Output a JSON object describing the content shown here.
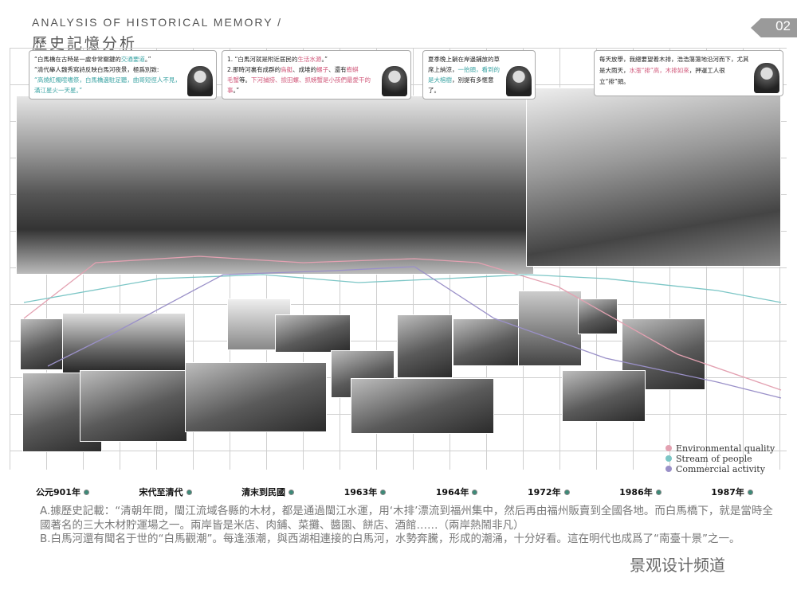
{
  "header": {
    "title_en": "ANALYSIS OF HISTORICAL MEMORY /",
    "title_zh": "歷史記憶分析",
    "page_number": "02"
  },
  "quotes": [
    {
      "lines": [
        [
          "“白馬橋在古時是一處非常關鍵的",
          ""
        ],
        [
          "交通要道",
          "teal"
        ],
        [
          "。”",
          ""
        ]
      ],
      "line2": "“清代舉人魏秀寫詩反映白馬河夜景，極爲別致:",
      "line3": "“高燒紅燭喧嗜祭，白馬橋邊駐足聽，曲哥短徑人不見，滿江星火一天星。”"
    },
    {
      "l1a": "1. “白馬河就是附近居民的",
      "l1b": "生活水源",
      "l1c": "。”",
      "l2a": "2.那時河裏有成群的",
      "l2b": "烏艇",
      "l2c": "、成堆的",
      "l2d": "螺子",
      "l2e": "、還有",
      "l2f": "蟛蜞",
      "l3a": "毛蟹",
      "l3b": "等。",
      "l3c": "下河捕捞",
      "l3d": "、撿田螺、抓螃蟹是小孩們最愛干的事",
      "l3e": "。”"
    },
    {
      "a": "夏季晚上躺在岸邊鋪放的草席上納涼，",
      "b": "一抬頭，看到的是大榕樹",
      "c": "，別提有多愜意了。"
    },
    {
      "a": "每天放學，我總要望着木排，浩浩蕩蕩地沿河而下，尤其是大雨天，",
      "b": "水漲“排”高，木排如來",
      "c": "，押運工人很立“排”頭。"
    }
  ],
  "legend": [
    {
      "label": "Environmental quality",
      "color": "#e3a1b1"
    },
    {
      "label": "Stream of people",
      "color": "#7cc6c6"
    },
    {
      "label": "Commercial activity",
      "color": "#9a90c8"
    }
  ],
  "timeline": [
    "公元901年",
    "宋代至清代",
    "清末到民國",
    "1963年",
    "1964年",
    "1972年",
    "1986年",
    "1987年"
  ],
  "body": {
    "a": "A.據歷史記載：“清朝年間，閩江流域各縣的木材，都是通過閩江水運，用‘木排’漂流到福州集中，然后再由福州販賣到全國各地。而白馬橋下，就是當時全國著名的三大木材貯運場之一。兩岸皆是米店、肉鋪、菜攤、醬園、餅店、酒館……（兩岸熱鬧非凡）",
    "b": "B.白馬河還有聞名于世的“白馬觀潮”。每逢漲潮，與西湖相連接的白馬河，水勢奔騰，形成的潮涌，十分好看。這在明代也成爲了“南臺十景”之一。"
  },
  "watermark": "景观设计频道"
}
